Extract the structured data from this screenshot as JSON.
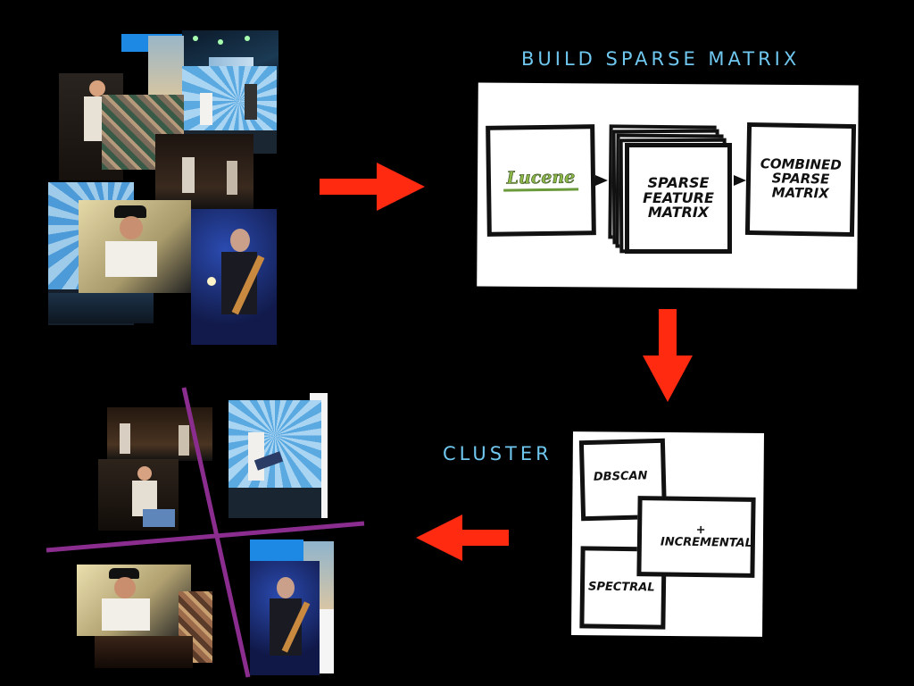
{
  "headings": {
    "build": "BUILD SPARSE MATRIX",
    "cluster": "CLUSTER"
  },
  "build_panel": {
    "lucene_logo": "Lucene",
    "stack_box": "SPARSE FEATURE MATRIX",
    "combined_box": "COMBINED SPARSE MATRIX"
  },
  "cluster_panel": {
    "box1": "DBSCAN",
    "box2": "+ INCREMENTAL",
    "box3": "SPECTRAL"
  },
  "colors": {
    "background": "#000000",
    "heading": "#6fc7ef",
    "arrow": "#ff2a10",
    "divider": "#8a2d8f"
  }
}
